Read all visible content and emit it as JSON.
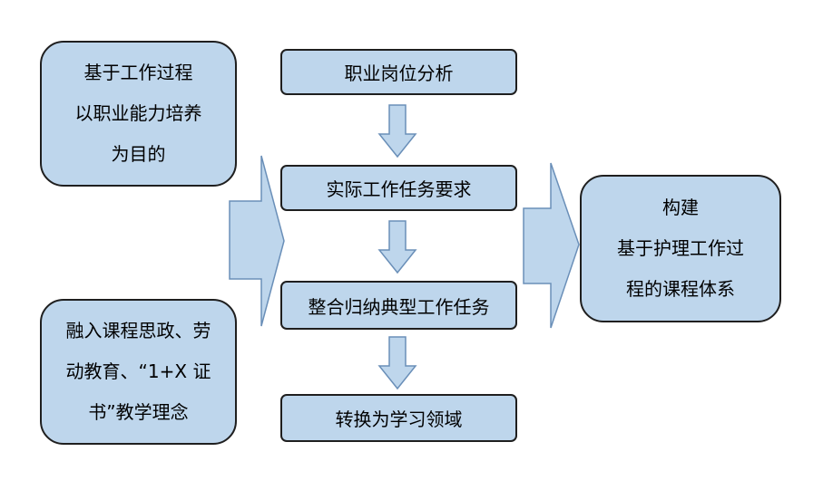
{
  "diagram": {
    "left_top": {
      "lines": [
        "基于工作过程",
        "以职业能力培养",
        "为目的"
      ]
    },
    "left_bottom": {
      "lines": [
        "融入课程思政、劳",
        "动教育、“1+X 证",
        "书”教学理念"
      ]
    },
    "steps": [
      "职业岗位分析",
      "实际工作任务要求",
      "整合归纳典型工作任务",
      "转换为学习领域"
    ],
    "right": {
      "lines": [
        "构建",
        "基于护理工作过",
        "程的课程体系"
      ]
    },
    "colors": {
      "box_fill": "#bed6ec",
      "border": "#1f1f1f",
      "arrow_fill": "#bed6ec",
      "arrow_stroke": "#6a8fb8"
    }
  }
}
